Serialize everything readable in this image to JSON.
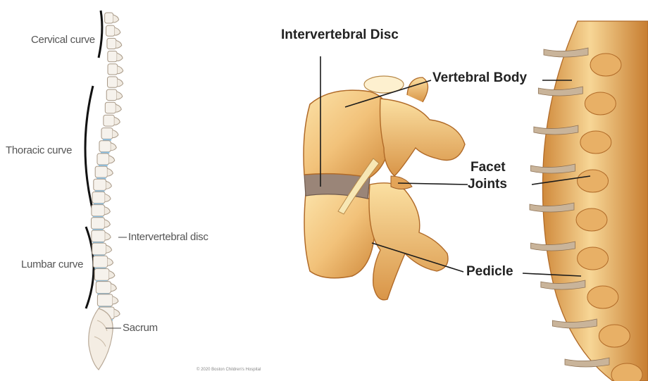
{
  "left_panel": {
    "cervical": "Cervical curve",
    "thoracic": "Thoracic curve",
    "lumbar": "Lumbar curve",
    "disc": "Intervertebral disc",
    "sacrum": "Sacrum",
    "credit": "© 2020 Boston Children's Hospital"
  },
  "right_panel": {
    "disc": "Intervertebral Disc",
    "body": "Vertebral Body",
    "facet_line1": "Facet",
    "facet_line2": "Joints",
    "pedicle": "Pedicle"
  },
  "colors": {
    "bone": "#f2c27a",
    "bone_shadow": "#d08a3c",
    "disc_blue": "#8ec3e6",
    "disc_gray": "#9a8578",
    "line": "#222222"
  }
}
